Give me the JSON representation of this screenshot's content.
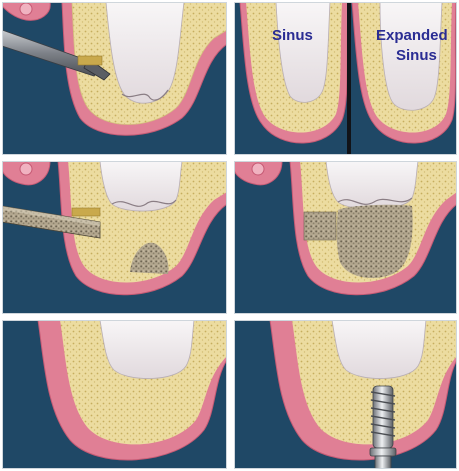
{
  "labels": {
    "sinus": "Sinus",
    "expanded_line1": "Expanded",
    "expanded_line2": "Sinus"
  },
  "colors": {
    "background_blue": "#1f4866",
    "gum_pink": "#e07f95",
    "gum_edge": "#c65a74",
    "bone_yellow": "#ecdca0",
    "bone_speckle": "#c6ae5e",
    "sinus_membrane": "#f2eef0",
    "graft_gray": "#a69a84",
    "instrument_steel": "#8b8f95",
    "label_text": "#2a2c93"
  },
  "icons": [
    "surgical-osteotome-icon",
    "bone-drill-icon",
    "dental-implant-icon"
  ]
}
